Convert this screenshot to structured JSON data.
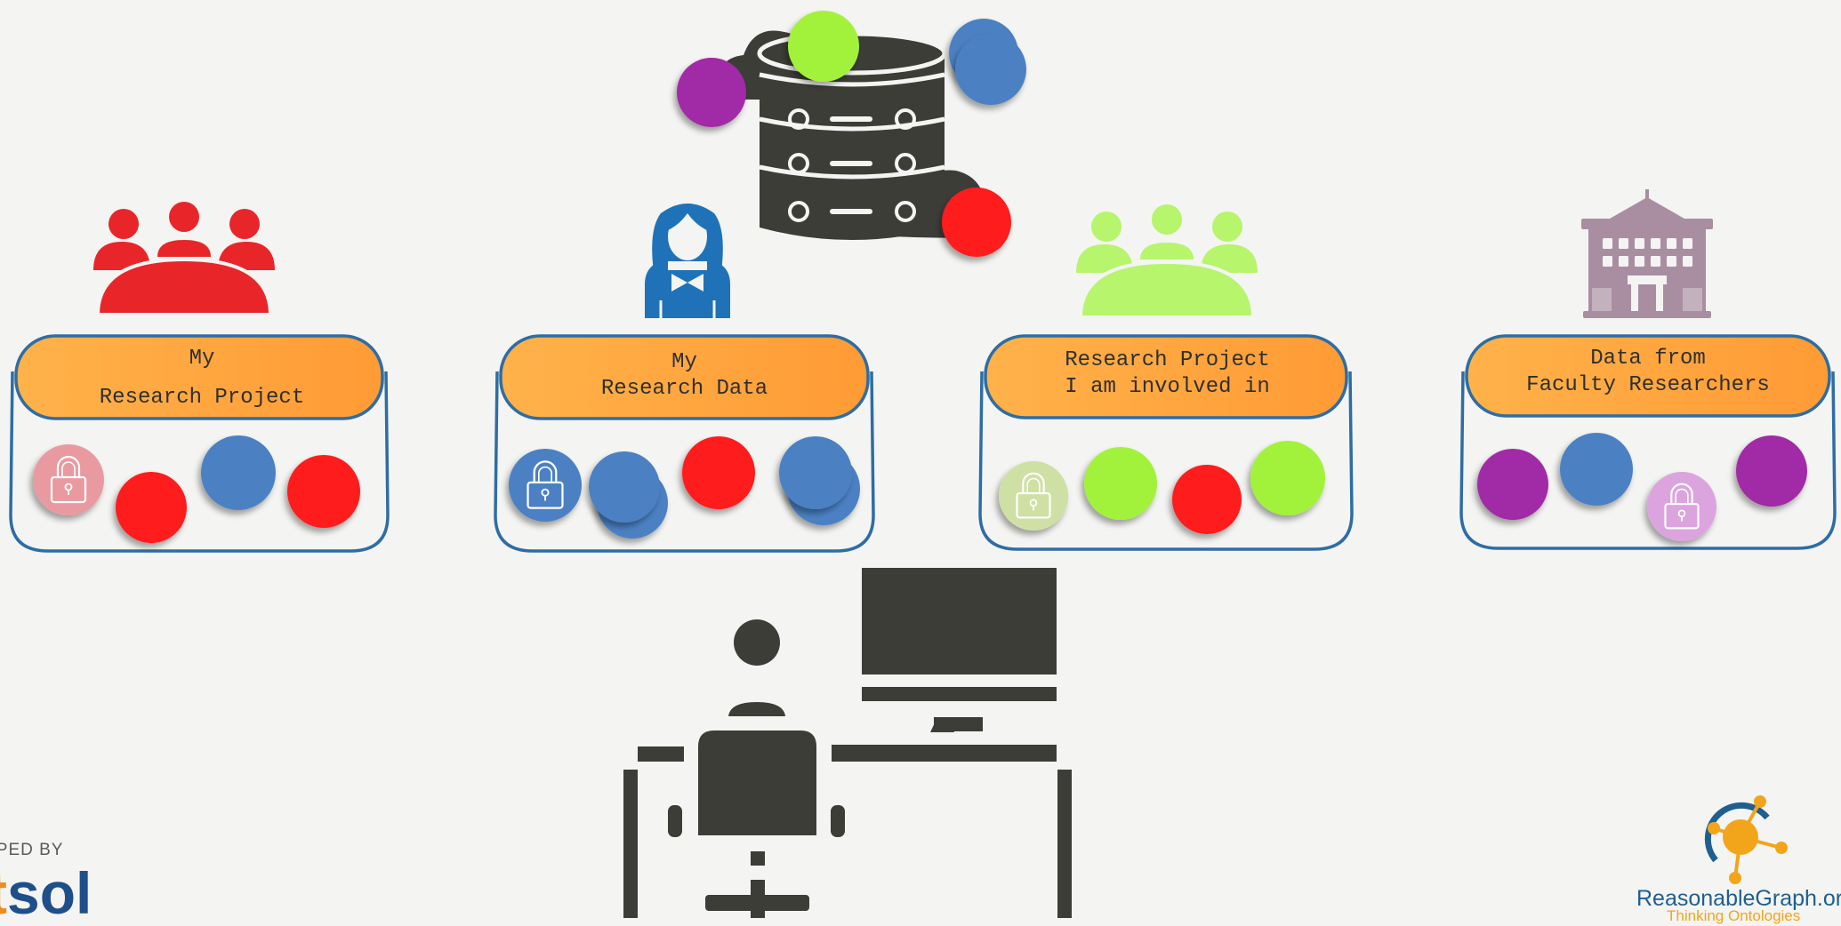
{
  "panels": [
    {
      "title": "My\nResearch Project",
      "icon": "team-icon",
      "items": [
        {
          "kind": "lock",
          "color": "#e99aa0"
        },
        {
          "kind": "dot",
          "color": "#ff1f1f"
        },
        {
          "kind": "dot",
          "color": "#4b81c3"
        },
        {
          "kind": "dot",
          "color": "#ff1f1f"
        }
      ]
    },
    {
      "title": "My\nResearch Data",
      "icon": "researcher-icon",
      "items": [
        {
          "kind": "lock",
          "color": "#4b81c3"
        },
        {
          "kind": "stack",
          "color": "#4b81c3"
        },
        {
          "kind": "dot",
          "color": "#ff1f1f"
        },
        {
          "kind": "stack",
          "color": "#4b81c3"
        }
      ]
    },
    {
      "title": "Research Project\nI am involved in",
      "icon": "team-icon",
      "items": [
        {
          "kind": "lock",
          "color": "#cfe0a4"
        },
        {
          "kind": "dot",
          "color": "#a2f23a"
        },
        {
          "kind": "dot",
          "color": "#ff1f1f"
        },
        {
          "kind": "dot",
          "color": "#a2f23a"
        }
      ]
    },
    {
      "title": "Data from\nFaculty Researchers",
      "icon": "faculty-building-icon",
      "items": [
        {
          "kind": "dot",
          "color": "#a12aa6"
        },
        {
          "kind": "dot",
          "color": "#4b81c3"
        },
        {
          "kind": "lock",
          "color": "#dca4de"
        },
        {
          "kind": "dot",
          "color": "#a12aa6"
        }
      ]
    }
  ],
  "colors": {
    "panel_border": "#2e6da4",
    "panel_header": "#ffa940",
    "dark_icon": "#3d3d38",
    "team_red": "#e8262a",
    "team_green": "#b6f56c",
    "researcher_blue": "#1f72b8",
    "building_mauve": "#a98ea2"
  },
  "footer": {
    "developed_by": "OPED BY",
    "developer_logo_accent": "t",
    "developer_logo": "sol",
    "rg_name": "ReasonableGraph.org",
    "rg_tagline": "Thinking Ontologies"
  }
}
